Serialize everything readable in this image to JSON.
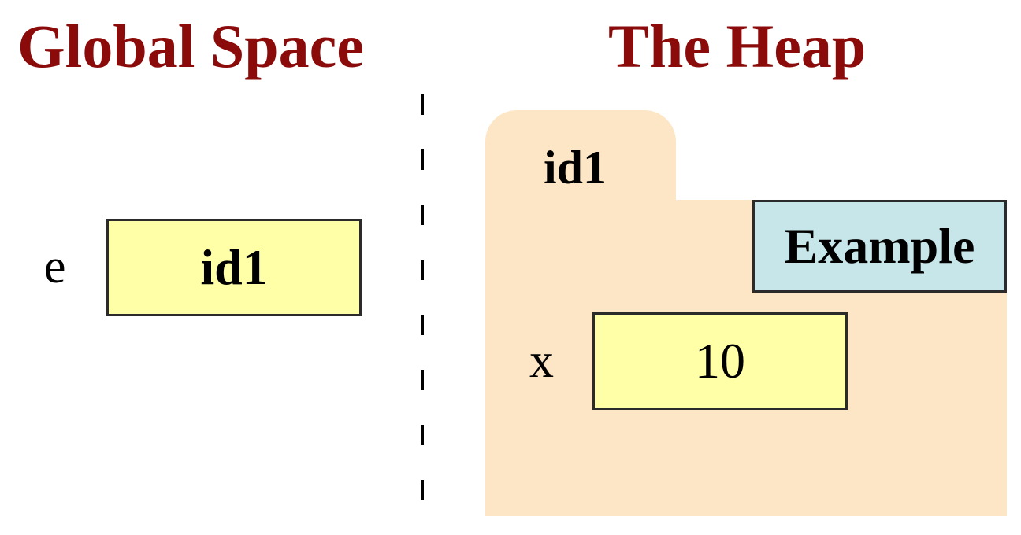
{
  "colors": {
    "heading": "#8b0b0b",
    "value_box_fill": "#ffffa8",
    "folder_fill": "#fde6c5",
    "class_box_fill": "#c7e6ea",
    "text": "#000000"
  },
  "global_space": {
    "heading": "Global Space",
    "variable": {
      "name": "e",
      "value": "id1"
    }
  },
  "heap": {
    "heading": "The Heap",
    "object": {
      "id": "id1",
      "class_name": "Example",
      "field": {
        "name": "x",
        "value": "10"
      }
    }
  }
}
